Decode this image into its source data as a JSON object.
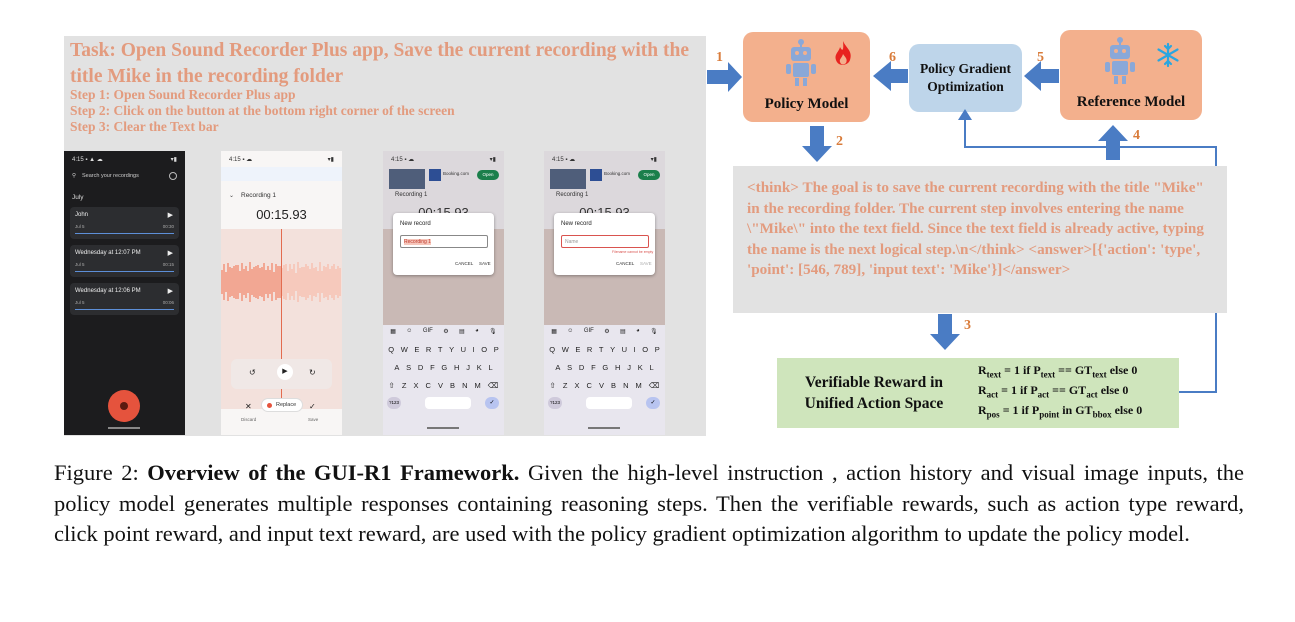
{
  "task": {
    "title": "Task: Open Sound Recorder Plus app, Save the current recording with the title Mike in the recording folder",
    "steps": [
      "Step 1: Open Sound Recorder Plus app",
      "Step 2: Click on the button at the bottom right corner of the screen",
      "Step 3: Clear the Text bar"
    ]
  },
  "screens": {
    "recordings": {
      "search": "Search your recordings",
      "month": "July",
      "items": [
        {
          "name": "John",
          "date": "Jul 5",
          "duration": "00:30"
        },
        {
          "name": "Wednesday at 12:07 PM",
          "date": "Jul 5",
          "duration": "00:15"
        },
        {
          "name": "Wednesday at 12:06 PM",
          "date": "Jul 5",
          "duration": "00:06"
        }
      ]
    },
    "player": {
      "title": "Recording 1",
      "time": "00:15.93",
      "discard": "Discard",
      "replace": "Replace",
      "save": "Save"
    },
    "dialog_a": {
      "title": "New record",
      "value": "Recording 1",
      "cancel": "CANCEL",
      "save": "SAVE"
    },
    "dialog_b": {
      "title": "New record",
      "placeholder": "Name",
      "error": "Filename cannot be empty",
      "cancel": "CANCEL",
      "save": "SAVE"
    },
    "ad": {
      "name": "Booking.com",
      "open": "Open"
    },
    "keyboard": {
      "row1": [
        "Q",
        "W",
        "E",
        "R",
        "T",
        "Y",
        "U",
        "I",
        "O",
        "P"
      ],
      "row2": [
        "A",
        "S",
        "D",
        "F",
        "G",
        "H",
        "J",
        "K",
        "L"
      ],
      "row3": [
        "Z",
        "X",
        "C",
        "V",
        "B",
        "N",
        "M"
      ],
      "special": "?123"
    }
  },
  "diagram": {
    "policy_model": "Policy Model",
    "pgo": "Policy Gradient Optimization",
    "reference_model": "Reference Model",
    "think": "<think> The goal is to save the current recording with the title \"Mike\" in the recording folder. The current step involves entering the name \\\"Mike\\\" into the text field. Since the text field is already active, typing the name is the next logical step.\\n</think> <answer>[{'action': 'type', 'point': [546, 789], 'input text': 'Mike'}]</answer>",
    "reward_title": "Verifiable Reward in Unified Action Space",
    "rewards": [
      {
        "pre": "R",
        "sub": "text",
        "mid1": " = 1 if P",
        "sub2": "text",
        "mid2": " == GT",
        "sub3": "text",
        "post": " else 0"
      },
      {
        "pre": "R",
        "sub": "act",
        "mid1": " = 1 if P",
        "sub2": "act",
        "mid2": " == GT",
        "sub3": "act",
        "post": " else 0"
      },
      {
        "pre": "R",
        "sub": "pos",
        "mid1": " = 1 if P",
        "sub2": "point",
        "mid2": " in GT",
        "sub3": "bbox",
        "post": " else 0"
      }
    ],
    "steps": [
      "1",
      "2",
      "3",
      "4",
      "5",
      "6"
    ],
    "colors": {
      "orange": "#f3b08d",
      "blue": "#bed5ea",
      "green": "#cfe5bc",
      "arrow": "#4a7cc4",
      "text_orange": "#e39b7e"
    }
  },
  "caption": {
    "label": "Figure 2:",
    "bold": "Overview of the GUI-R1 Framework.",
    "text": "Given the high-level instruction , action history and visual image inputs, the policy model generates multiple responses containing reasoning steps. Then the verifiable rewards, such as action type reward, click point reward, and input text reward, are used with the policy gradient optimization algorithm to update the policy model."
  }
}
